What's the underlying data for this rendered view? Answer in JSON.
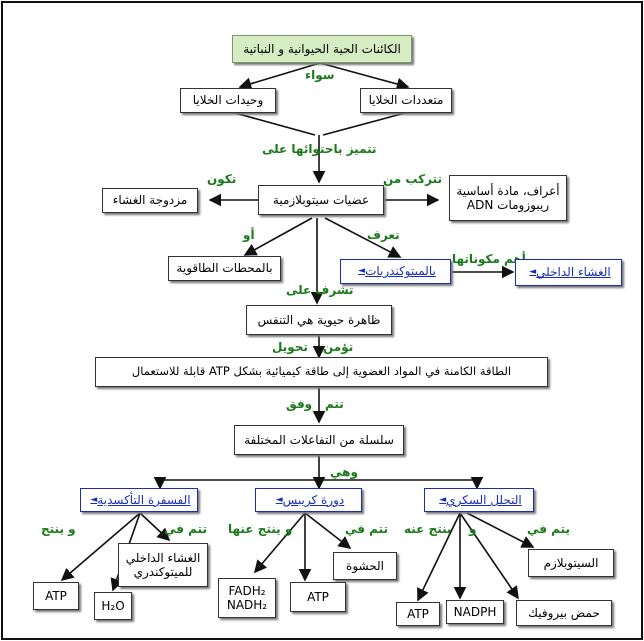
{
  "root": "الكائنات الحية الحيوانية و النباتية",
  "either": "سواء",
  "unicellular": "وحيدات الخلايا",
  "multicellular": "متعددات الخلايا",
  "distinguished": "تتميز باحتوائها على",
  "organelles": "عضيات سيتوبلازمية",
  "consist_of": "تتركب من",
  "form": "تكون",
  "double_membrane": "مزدوجة الغشاء",
  "components_box": [
    "أعراف، مادة أساسية",
    "ريبوزومات ADN"
  ],
  "or": "أو",
  "known_as": "تعرف",
  "powerhouses": "بالمحطات الطاقوية",
  "mitochondria": "بالميتوكندريات",
  "most_components": "أهم مكوناتها",
  "inner_membrane": "الغشاء الداخلي",
  "supervise": "تشرف على",
  "respiration": "ظاهرة حيوية هي التنفس",
  "provide": "تؤمن",
  "conversion": "تحويل",
  "energy": "الطاقة الكامنة في المواد العضوية إلى طاقة كيميائية بشكل ATP قابلة للاستعمال",
  "done": "تتم",
  "according": "وفق",
  "series": "سلسلة من التفاعلات المختلفة",
  "which_are": "وهي",
  "oxphos": "الفسفرة التأكسدية",
  "krebs": "دورة كريبس",
  "glycolysis": "التحلل السكري",
  "and_produce": "و ينتج",
  "happens_in": "تتم في",
  "and_produces_from": "و ينتج عنها",
  "and_produced_from": "ينتج عنه",
  "and": "و",
  "occurs_in": "يتم في",
  "inner_mito": [
    "الغشاء الداخلي",
    "للميتوكندري"
  ],
  "matrix": "الحشوة",
  "cytoplasm": "السيتوبلازم",
  "atp": "ATP",
  "water": "H₂O",
  "fadh": [
    "FADH₂",
    "NADH₂"
  ],
  "nadph": "NADPH",
  "pyruvic": "حمض بيروفيك",
  "link_marker": "◄",
  "colors": {
    "label_green": "#1a7a1a",
    "link_blue": "#1a2db8",
    "root_fill": "#d6ecc2"
  }
}
